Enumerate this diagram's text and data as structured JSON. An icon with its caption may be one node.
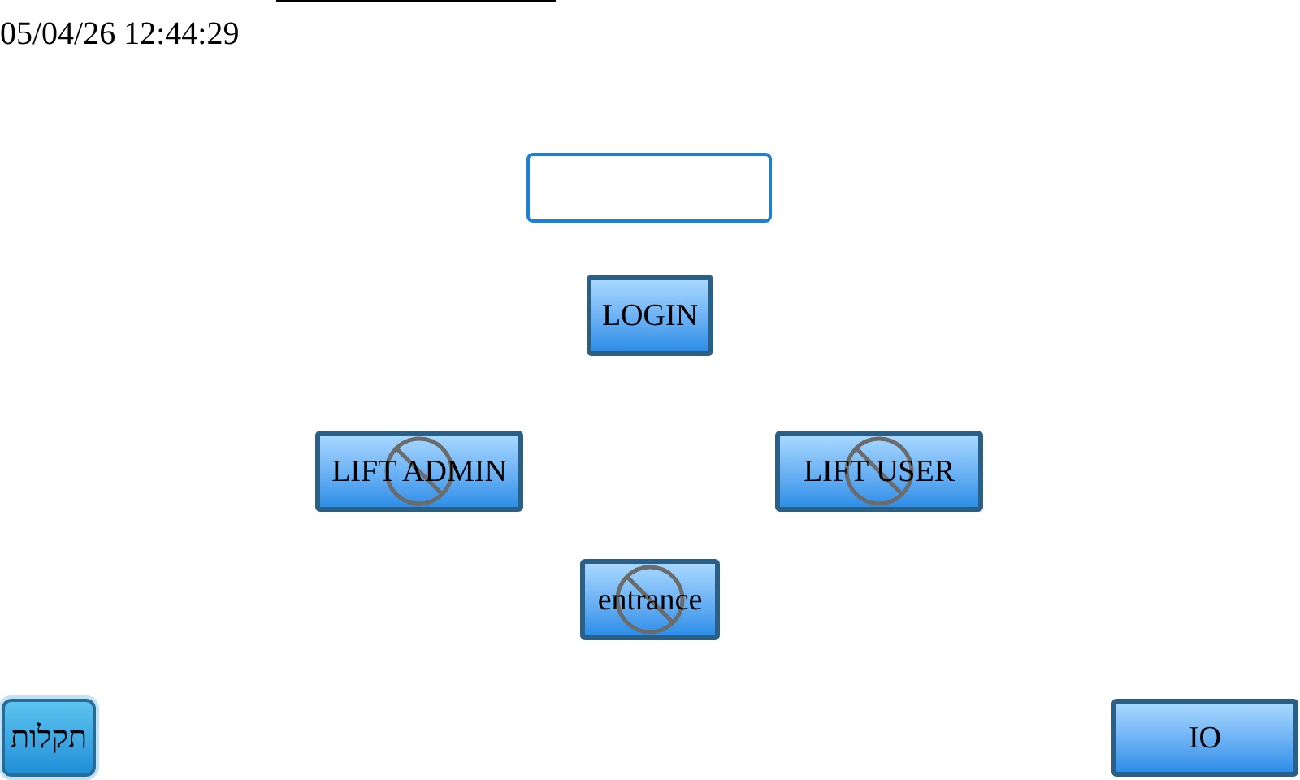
{
  "diagram": {
    "nodes": [
      {
        "text": [],
        "shape": "box"
      },
      {
        "text": [
          "LOGIN"
        ]
      },
      {
        "text": [
          "LIFT ADMIN"
        ]
      },
      {
        "text": [
          "LIFT USER"
        ]
      },
      {
        "text": [
          "entrance"
        ]
      },
      {
        "text": [
          "תקלות"
        ]
      },
      {
        "text": [
          "IO"
        ]
      }
    ],
    "edges": [],
    "labels": [
      "05/04/26 12:44:29"
    ]
  }
}
